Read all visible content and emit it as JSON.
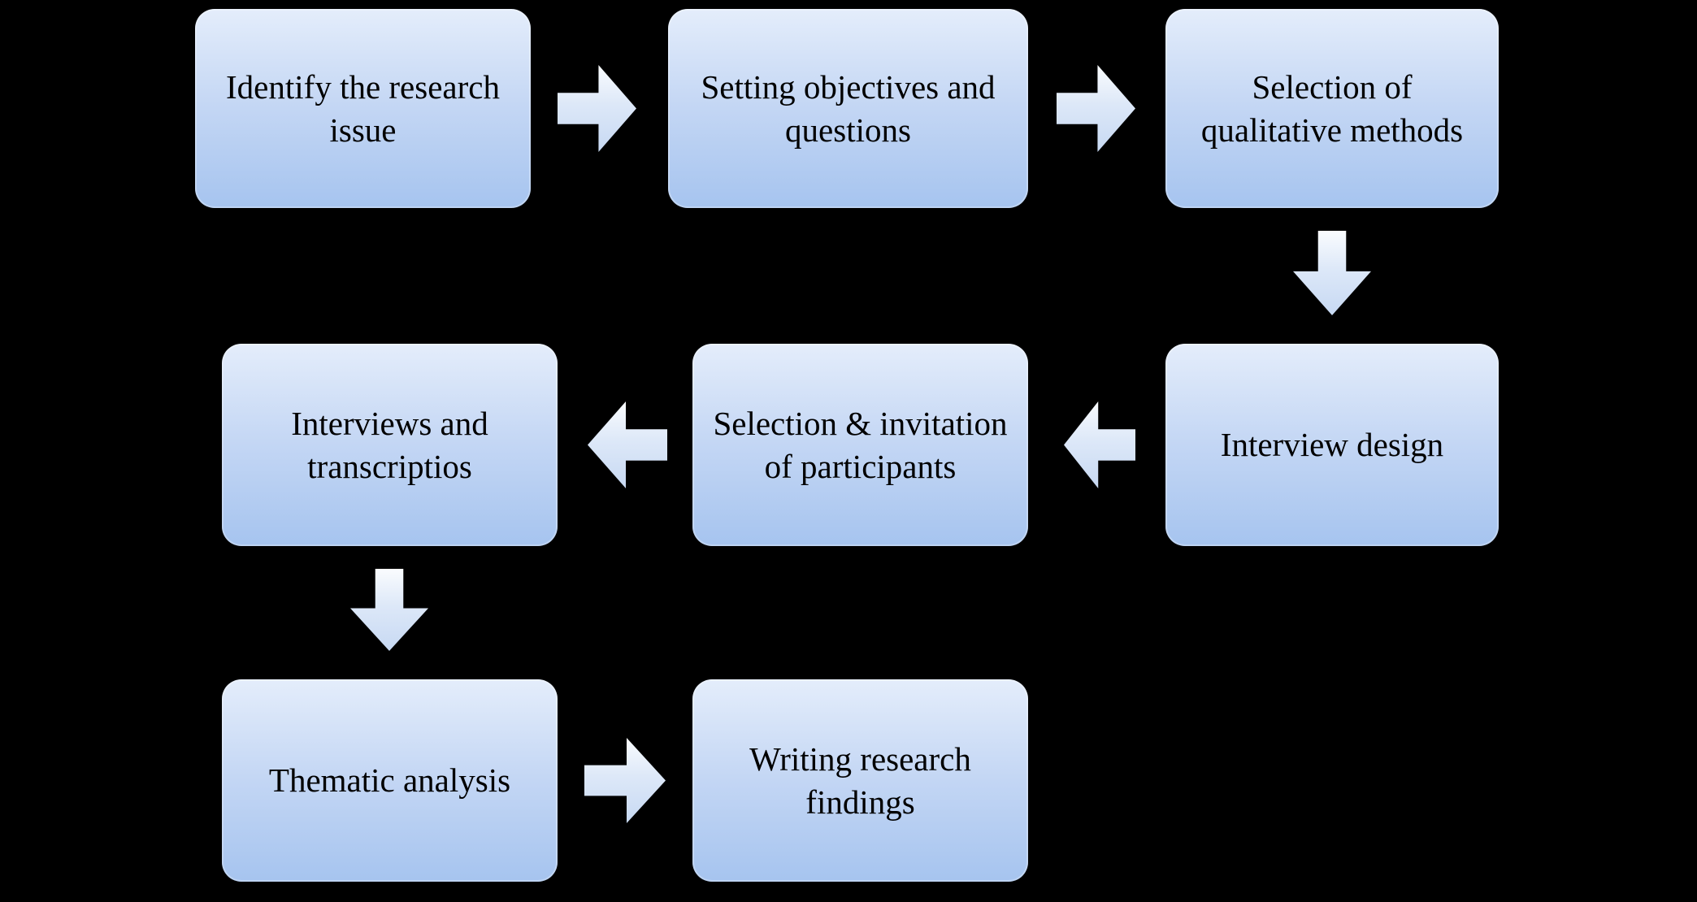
{
  "diagram": {
    "background_color": "#000000",
    "node_fill_top": "#e4edfb",
    "node_fill_bottom": "#a6c4ef",
    "arrow_fill_top": "#fafcfe",
    "arrow_fill_bottom": "#c7d9f3",
    "text_color": "#000000",
    "nodes": [
      {
        "label": "Identify the research issue"
      },
      {
        "label": "Setting objectives and questions"
      },
      {
        "label": "Selection of qualitative methods"
      },
      {
        "label": "Interview design"
      },
      {
        "label": "Selection & invitation of participants"
      },
      {
        "label": "Interviews and transcriptios"
      },
      {
        "label": "Thematic analysis"
      },
      {
        "label": "Writing research findings"
      }
    ],
    "arrows": [
      {
        "from": "Identify the research issue",
        "to": "Setting objectives and questions",
        "direction": "right"
      },
      {
        "from": "Setting objectives and questions",
        "to": "Selection of qualitative methods",
        "direction": "right"
      },
      {
        "from": "Selection of qualitative methods",
        "to": "Interview design",
        "direction": "down"
      },
      {
        "from": "Interview design",
        "to": "Selection & invitation of participants",
        "direction": "left"
      },
      {
        "from": "Selection & invitation of participants",
        "to": "Interviews and transcriptios",
        "direction": "left"
      },
      {
        "from": "Interviews and transcriptios",
        "to": "Thematic analysis",
        "direction": "down"
      },
      {
        "from": "Thematic analysis",
        "to": "Writing research findings",
        "direction": "right"
      }
    ]
  }
}
